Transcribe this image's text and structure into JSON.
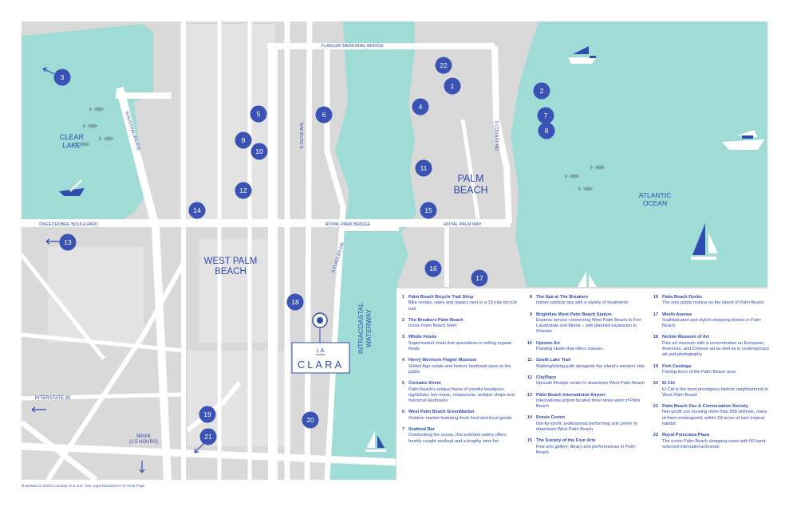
{
  "colors": {
    "water": "#9fdcd6",
    "land": "#d9d9d9",
    "road": "#ffffff",
    "accent": "#2f4bb0",
    "marker": "#3a52b3"
  },
  "map": {
    "areas": {
      "clear_lake": "CLEAR\nLAKE",
      "palm_beach": "PALM\nBEACH",
      "west_palm_beach": "WEST PALM\nBEACH",
      "atlantic_ocean": "ATLANTIC\nOCEAN",
      "intracoastal": "INTRACOASTAL\nWATERWAY"
    },
    "roads": {
      "flagler_bridge": "FLAGLER MEMORIAL BRIDGE",
      "n_australian": "N AUSTRALIAN AVE",
      "s_olive": "S OLIVE AVE",
      "s_county": "S COUNTY RD",
      "okeechobee": "OKEECHOBEE BOULEVARD",
      "royal_park": "ROYAL PARK BRIDGE",
      "royal_palm": "ROYAL PALM WAY",
      "s_flagler": "S FLAGLER DR",
      "interstate": "INTERSTATE 95",
      "miami": "MIAMI\n(1.5 HOURS)"
    },
    "brand": {
      "top": "LA",
      "bottom": "CLARA"
    },
    "markers": [
      "1",
      "2",
      "3",
      "4",
      "5",
      "6",
      "7",
      "8",
      "9",
      "10",
      "11",
      "12",
      "13",
      "14",
      "15",
      "16",
      "17",
      "18",
      "19",
      "20",
      "21",
      "22"
    ]
  },
  "legend": [
    {
      "n": "1",
      "t": "Palm Beach Bicycle Trail Shop",
      "d": "Bike rentals, sales and repairs next to a 10 mile bicycle trail"
    },
    {
      "n": "2",
      "t": "The Breakers Palm Beach",
      "d": "Iconic Palm Beach hotel"
    },
    {
      "n": "3",
      "t": "Whole Foods",
      "d": "Supermarket chain that specializes in selling organic foods"
    },
    {
      "n": "4",
      "t": "Henry Morrison Flagler Museum",
      "d": "Gilded Age estate and historic landmark open to the public"
    },
    {
      "n": "5",
      "t": "Clematis Street",
      "d": "Palm Beach’s unique flavor of colorful boutiques, nightclubs, live music, restaurants, antique shops and historical landmarks"
    },
    {
      "n": "6",
      "t": "West Palm Beach GreenMarket",
      "d": "Outdoor market featuring fresh food and local goods"
    },
    {
      "n": "7",
      "t": "Seafood Bar",
      "d": "Overlooking the ocean, this polished eatery offers freshly caught seafood and a lengthy wine list"
    },
    {
      "n": "8",
      "t": "The Spa at The Breakers",
      "d": "Indoor-outdoor spa with a variety of treatments"
    },
    {
      "n": "9",
      "t": "Brightline West Palm Beach Station",
      "d": "Express service connecting West Palm Beach to Fort Lauderdale and Miami – with planned expansion to Orlando"
    },
    {
      "n": "10",
      "t": "Uptown Art",
      "d": "Painting studio that offers classes"
    },
    {
      "n": "11",
      "t": "South Lake Trail",
      "d": "Walking/biking path alongside the island’s western side"
    },
    {
      "n": "12",
      "t": "CityPlace",
      "d": "Upscale lifestyle center in downtown West Palm Beach"
    },
    {
      "n": "13",
      "t": "Palm Beach International Airport",
      "d": "International airport located three miles west of Palm Beach"
    },
    {
      "n": "14",
      "t": "Kravis Center",
      "d": "Not-for-profit, professional performing arts center in downtown West Palm Beach"
    },
    {
      "n": "15",
      "t": "The Society of the Four Arts",
      "d": "Fine arts gallery, library and performances in Palm Beach"
    },
    {
      "n": "16",
      "t": "Palm Beach Docks",
      "d": "The only public marina on the island of Palm Beach"
    },
    {
      "n": "17",
      "t": "Worth Avenue",
      "d": "Sophisticated and stylish shopping district in Palm Beach"
    },
    {
      "n": "18",
      "t": "Norton Museum of Art",
      "d": "Fine art museum with a concentration on European, American, and Chinese art as well as in contemporary art and photography"
    },
    {
      "n": "19",
      "t": "Fish Castings",
      "d": "Fishing tours of the Palm Beach area"
    },
    {
      "n": "20",
      "t": "El Cid",
      "d": "El Cid is the most prestigious historic neighborhood in West Palm Beach"
    },
    {
      "n": "21",
      "t": "Palm Beach Zoo & Conservation Society",
      "d": "Non-profit zoo housing more than 550 animals, many of them endangered, within 23-acres of lush tropical habitat"
    },
    {
      "n": "22",
      "t": "Royal Poinciana Plaza",
      "d": "The iconic Palm Beach shopping oasis with 50 hand-selected international brands"
    }
  ],
  "disclaimer": "Illustration is artist’s concept. E & O.E. See Legal Disclaimers on Final Page."
}
